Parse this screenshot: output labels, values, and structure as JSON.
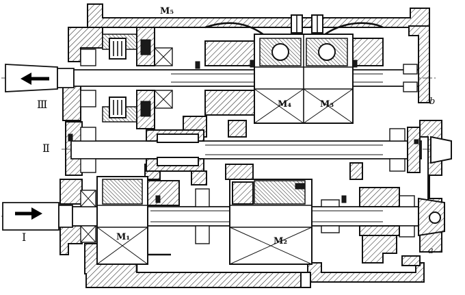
{
  "labels": {
    "m5": "M₅",
    "m4": "M₄",
    "m3": "M₃",
    "m1": "M₁",
    "m2": "M₂",
    "shaft_out": "Ⅲ",
    "shaft_mid": "Ⅱ",
    "shaft_in": "Ⅰ",
    "point_a": "a",
    "point_b": "b"
  },
  "arrows": {
    "output_direction": "left",
    "input_direction": "right"
  }
}
